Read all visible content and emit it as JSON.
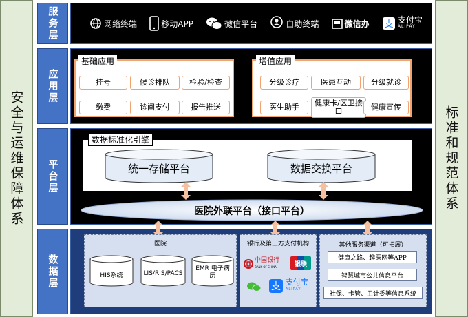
{
  "left_side": "安全与运维保障体系",
  "right_side": "标准和规范体系",
  "layers": {
    "service": "服务层",
    "application": "应用层",
    "platform": "平台层",
    "data": "数据层"
  },
  "service_items": [
    {
      "label": "网络终端",
      "icon": "globe-icon"
    },
    {
      "label": "移动APP",
      "icon": "phone-icon"
    },
    {
      "label": "微信平台",
      "icon": "wechat-icon"
    },
    {
      "label": "自助终端",
      "icon": "user-terminal-icon"
    },
    {
      "label": "微信办",
      "icon": "govt-icon"
    },
    {
      "label": "支付宝",
      "sub": "ALIPAY",
      "icon": "alipay-icon"
    }
  ],
  "application": {
    "basic": {
      "title": "基础应用",
      "items": [
        "挂号",
        "候诊排队",
        "检验/检查",
        "缴费",
        "诊间支付",
        "报告推送"
      ]
    },
    "value_added": {
      "title": "增值应用",
      "items": [
        "分级诊疗",
        "医患互动",
        "分级就诊",
        "医生助手",
        "健康卡/区卫接口",
        "健康宣传"
      ]
    }
  },
  "platform": {
    "engine": "数据标准化引擎",
    "storage": "统一存储平台",
    "exchange": "数据交换平台",
    "interface": "医院外联平台（接口平台）"
  },
  "data": {
    "hospital": {
      "title": "医院",
      "systems": [
        "HIS系统",
        "LIS/RIS/PACS",
        "EMR 电子病历"
      ]
    },
    "bank": {
      "title": "银行及第三方支付机构",
      "boc": "中国银行",
      "boc_en": "BANK OF CHINA",
      "unionpay": "银联",
      "alipay": "支付宝",
      "alipay_en": "ALIPAY"
    },
    "other": {
      "title": "其他服务渠道（可拓展）",
      "items": [
        "健康之路、趣医网等APP",
        "智慧城市公共信息平台",
        "社保、卡管、卫计委等信息系统"
      ]
    }
  },
  "colors": {
    "layer_label": "#4472c4",
    "side_bg": "#e3ecd8",
    "band": "#000000",
    "orange": "#f2a470",
    "arrow": "#f4c0a0",
    "cylinder": "#e3ecf7"
  }
}
